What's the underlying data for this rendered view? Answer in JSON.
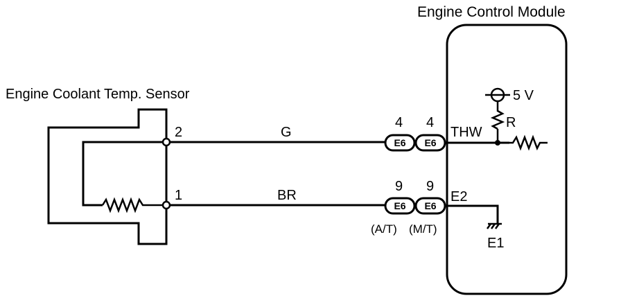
{
  "ecm": {
    "title": "Engine Control Module",
    "supply": "5 V",
    "resistor_label": "R",
    "pin_thw": "THW",
    "pin_e2": "E2",
    "ground_label": "E1"
  },
  "sensor": {
    "title": "Engine Coolant Temp. Sensor",
    "terminal_2": "2",
    "terminal_1": "1"
  },
  "wires": {
    "upper_color": "G",
    "lower_color": "BR"
  },
  "connectors": {
    "upper_left": {
      "code": "E6",
      "pin": "4"
    },
    "upper_right": {
      "code": "E6",
      "pin": "4"
    },
    "lower_left": {
      "code": "E6",
      "pin": "9"
    },
    "lower_right": {
      "code": "E6",
      "pin": "9"
    },
    "variant_left": "(A/T)",
    "variant_right": "(M/T)"
  }
}
